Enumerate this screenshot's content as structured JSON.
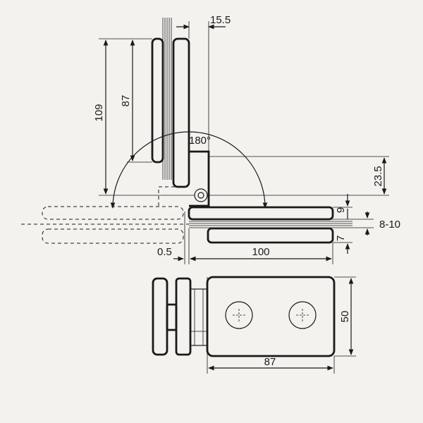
{
  "dimensions": {
    "top_thickness": "15.5",
    "height_total": "109",
    "height_plate": "87",
    "rotation": "180°",
    "offset_right": "23.5",
    "gap_top": "9",
    "glass_range": "8-10",
    "gap_bottom": "7",
    "clearance": "0.5",
    "length": "100",
    "width": "50",
    "plate_length": "87"
  },
  "colors": {
    "ink": "#1a1a1a",
    "paper": "#f4f2ef"
  }
}
